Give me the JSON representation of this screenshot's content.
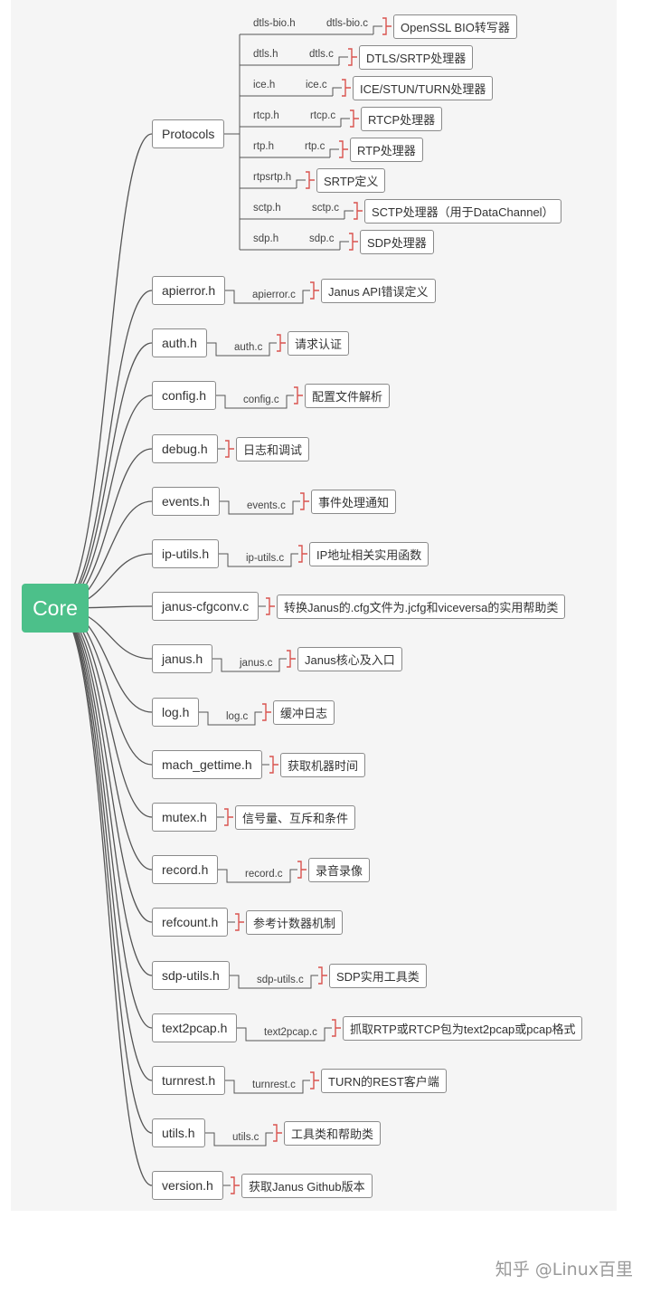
{
  "root": {
    "label": "Core"
  },
  "protocols": {
    "label": "Protocols",
    "items": [
      {
        "h": "dtls-bio.h",
        "c": "dtls-bio.c",
        "desc": "OpenSSL BIO转写器"
      },
      {
        "h": "dtls.h",
        "c": "dtls.c",
        "desc": "DTLS/SRTP处理器"
      },
      {
        "h": "ice.h",
        "c": "ice.c",
        "desc": "ICE/STUN/TURN处理器"
      },
      {
        "h": "rtcp.h",
        "c": "rtcp.c",
        "desc": "RTCP处理器"
      },
      {
        "h": "rtp.h",
        "c": "rtp.c",
        "desc": "RTP处理器"
      },
      {
        "h": "rtpsrtp.h",
        "c": "",
        "desc": "SRTP定义"
      },
      {
        "h": "sctp.h",
        "c": "sctp.c",
        "desc": "SCTP处理器（用于DataChannel）"
      },
      {
        "h": "sdp.h",
        "c": "sdp.c",
        "desc": "SDP处理器"
      }
    ]
  },
  "modules": [
    {
      "h": "apierror.h",
      "c": "apierror.c",
      "desc": "Janus API错误定义"
    },
    {
      "h": "auth.h",
      "c": "auth.c",
      "desc": "请求认证"
    },
    {
      "h": "config.h",
      "c": "config.c",
      "desc": "配置文件解析"
    },
    {
      "h": "debug.h",
      "c": "",
      "desc": "日志和调试"
    },
    {
      "h": "events.h",
      "c": "events.c",
      "desc": "事件处理通知"
    },
    {
      "h": "ip-utils.h",
      "c": "ip-utils.c",
      "desc": "IP地址相关实用函数"
    },
    {
      "h": "janus-cfgconv.c",
      "c": "",
      "desc": "转换Janus的.cfg文件为.jcfg和viceversa的实用帮助类"
    },
    {
      "h": "janus.h",
      "c": "janus.c",
      "desc": "Janus核心及入口"
    },
    {
      "h": "log.h",
      "c": "log.c",
      "desc": "缓冲日志"
    },
    {
      "h": "mach_gettime.h",
      "c": "",
      "desc": "获取机器时间"
    },
    {
      "h": "mutex.h",
      "c": "",
      "desc": "信号量、互斥和条件"
    },
    {
      "h": "record.h",
      "c": "record.c",
      "desc": "录音录像"
    },
    {
      "h": "refcount.h",
      "c": "",
      "desc": "参考计数器机制"
    },
    {
      "h": "sdp-utils.h",
      "c": "sdp-utils.c",
      "desc": "SDP实用工具类"
    },
    {
      "h": "text2pcap.h",
      "c": "text2pcap.c",
      "desc": "抓取RTP或RTCP包为text2pcap或pcap格式"
    },
    {
      "h": "turnrest.h",
      "c": "turnrest.c",
      "desc": "TURN的REST客户端"
    },
    {
      "h": "utils.h",
      "c": "utils.c",
      "desc": "工具类和帮助类"
    },
    {
      "h": "version.h",
      "c": "",
      "desc": "获取Janus Github版本"
    }
  ],
  "watermark": "知乎 @Linux百里",
  "colors": {
    "root": "#4cc08a",
    "bracket": "#d9534f",
    "line": "#555555"
  }
}
